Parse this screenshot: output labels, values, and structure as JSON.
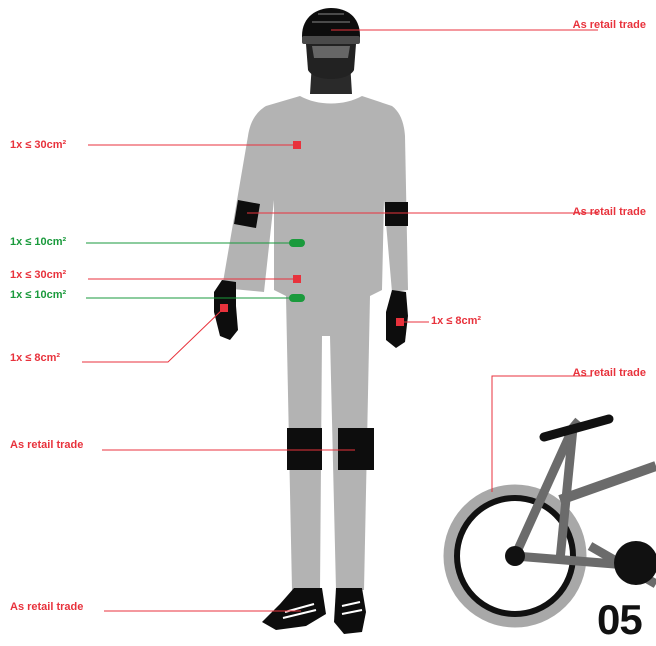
{
  "labels": {
    "helmet": "As retail trade",
    "chest": "1x ≤ 30cm²",
    "elbow": "As retail trade",
    "upper_belly": "1x ≤ 10cm²",
    "lower_belly": "1x ≤ 30cm²",
    "hip": "1x ≤ 10cm²",
    "left_glove": "1x ≤ 8cm²",
    "right_glove": "1x ≤ 8cm²",
    "knee": "As retail trade",
    "shoes": "As retail trade",
    "bike": "As retail trade"
  },
  "page_number": "05",
  "colors": {
    "suit": "#b3b3b3",
    "gear": "#0d0d0d",
    "red_marker": "#e8323c",
    "green_marker": "#1a9a3c",
    "bike_frame": "#6b6b6b",
    "tire": "#a8a8a8"
  },
  "icons": [
    "helmet-icon",
    "glove-icon",
    "elbow-pad-icon",
    "knee-pad-icon",
    "shoe-icon",
    "bicycle-icon"
  ]
}
